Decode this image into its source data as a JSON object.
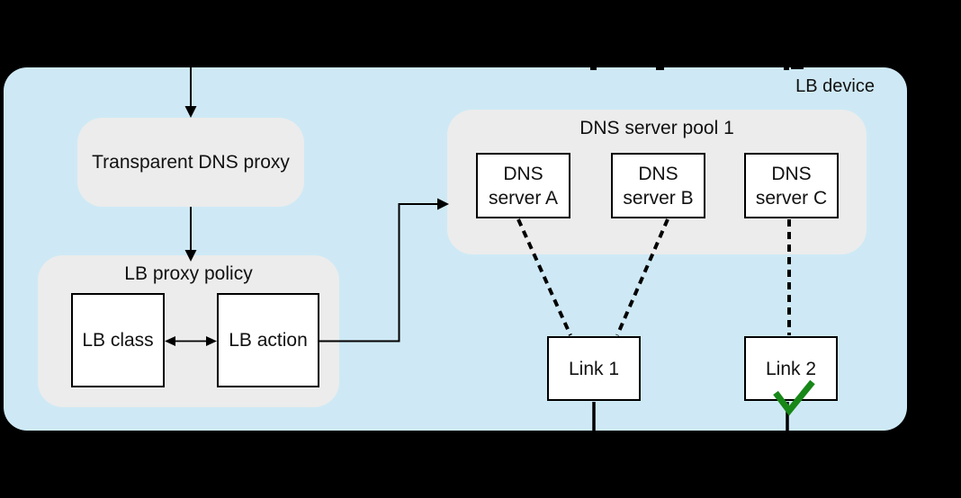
{
  "device": {
    "label": "LB device"
  },
  "nodes": {
    "transparent_dns_proxy": {
      "label": "Transparent DNS proxy"
    },
    "lb_proxy_policy": {
      "title": "LB proxy policy"
    },
    "lb_class": {
      "label": "LB class"
    },
    "lb_action": {
      "label": "LB action"
    },
    "dns_server_pool": {
      "title": "DNS server pool 1"
    },
    "dns_server_a": {
      "line1": "DNS",
      "line2": "server A"
    },
    "dns_server_b": {
      "line1": "DNS",
      "line2": "server B"
    },
    "dns_server_c": {
      "line1": "DNS",
      "line2": "server C"
    },
    "link_1": {
      "label": "Link 1",
      "selected": false
    },
    "link_2": {
      "label": "Link 2",
      "selected": true
    }
  },
  "connections": [
    {
      "from": "external-top",
      "to": "transparent_dns_proxy",
      "style": "solid-arrow"
    },
    {
      "from": "transparent_dns_proxy",
      "to": "lb_proxy_policy",
      "style": "solid-arrow"
    },
    {
      "from": "lb_class",
      "to": "lb_action",
      "style": "double-headed-arrow"
    },
    {
      "from": "lb_action",
      "to": "dns_server_pool",
      "style": "solid-arrow"
    },
    {
      "from": "dns_server_a",
      "to": "link_1",
      "style": "dashed"
    },
    {
      "from": "dns_server_b",
      "to": "link_1",
      "style": "dashed"
    },
    {
      "from": "dns_server_c",
      "to": "link_2",
      "style": "dashed"
    },
    {
      "from": "link_1",
      "to": "external-bottom",
      "style": "solid"
    },
    {
      "from": "link_2",
      "to": "external-bottom",
      "style": "solid"
    }
  ],
  "annotations": {
    "selected_link_marker": "green-checkmark-on-link-2"
  },
  "colors": {
    "background": "#000000",
    "device_fill": "#cee9f5",
    "group_fill": "#ececec",
    "node_fill": "#ffffff",
    "line": "#000000",
    "check_green": "#178718"
  }
}
